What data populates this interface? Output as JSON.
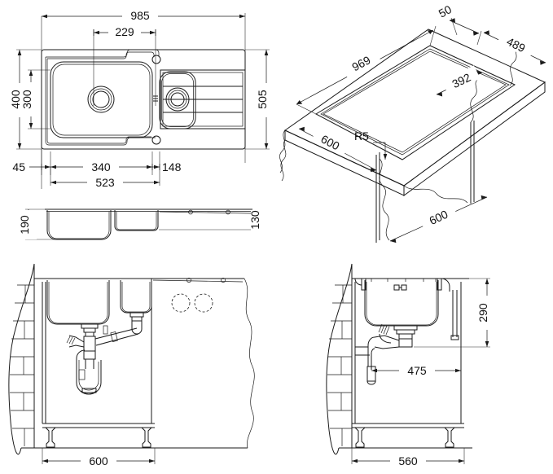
{
  "drawing": {
    "title": "Kitchen sink installation technical drawing",
    "units": "mm",
    "line_color": "#1a1a1a",
    "background": "#ffffff"
  },
  "views": {
    "plan": {
      "name": "Top plan view of 1.5 bowl sink with drainer",
      "dimensions": {
        "overall_width": "985",
        "tap_hole_spacing": "229",
        "overall_depth": "505",
        "bowl_height_outer": "400",
        "bowl_height_inner": "300",
        "edge_left": "45",
        "main_bowl_width": "340",
        "half_bowl_width": "148",
        "bowls_total": "523"
      }
    },
    "front_elevation": {
      "name": "Front elevation section of sink bowls",
      "dimensions": {
        "main_bowl_depth": "190",
        "half_bowl_depth": "130"
      }
    },
    "isometric": {
      "name": "Isometric worktop cut-out view",
      "dimensions": {
        "cutout_length": "969",
        "cutout_width": "489",
        "edge_offset": "50",
        "inner_width": "392",
        "corner_radius": "R5",
        "worktop_depth": "600",
        "cabinet_width": "600"
      }
    },
    "cabinet_front_section": {
      "name": "Cabinet front section with waste trap and brick wall",
      "dimensions": {
        "cabinet_width": "600"
      }
    },
    "cabinet_side_section": {
      "name": "Cabinet side section with waste trap and brick wall",
      "dimensions": {
        "sink_top_to_trap": "290",
        "trap_offset": "475",
        "cabinet_depth": "560"
      }
    }
  }
}
